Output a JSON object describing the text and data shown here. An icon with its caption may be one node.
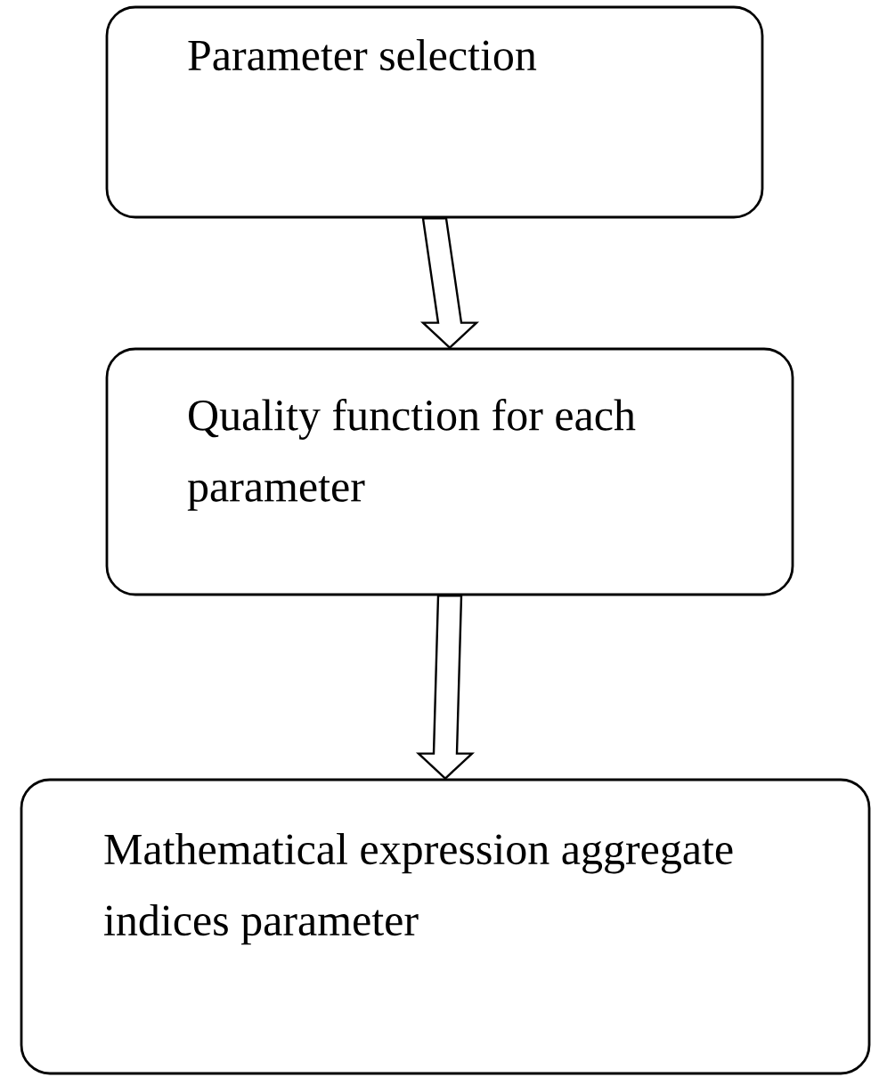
{
  "diagram": {
    "nodes": [
      {
        "text": [
          "Parameter selection"
        ]
      },
      {
        "text": [
          "Quality function for each parameter"
        ]
      },
      {
        "text": [
          "Mathematical expression aggregate indices parameter"
        ]
      }
    ],
    "edges": [
      {
        "from": 0,
        "to": 1,
        "arrow": "to"
      },
      {
        "from": 1,
        "to": 2,
        "arrow": "to"
      }
    ]
  }
}
